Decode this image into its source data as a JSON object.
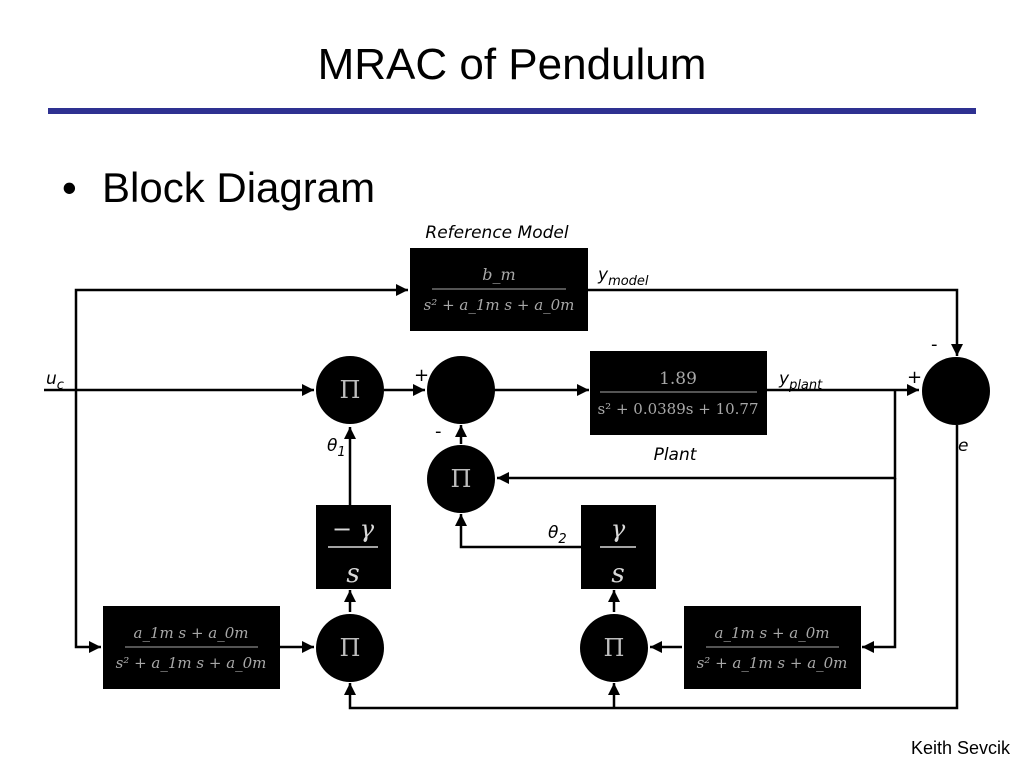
{
  "slide": {
    "title": "MRAC of Pendulum",
    "bullet": "Block Diagram",
    "author": "Keith Sevcik",
    "accent_color": "#2e3191"
  },
  "diagram": {
    "reference_model_caption": "Reference Model",
    "plant_caption": "Plant",
    "signals": {
      "uc": "u",
      "uc_sub": "c",
      "y": "y",
      "ymodel_sub": "model",
      "yplant_sub": "plant",
      "e": "e",
      "theta": "θ",
      "theta1_sub": "1",
      "theta2_sub": "2"
    },
    "signs": {
      "sum1_plus": "+",
      "sum1_minus": "-",
      "sum2_plus": "+",
      "sum2_minus": "-"
    },
    "multiplier_symbol": "Π",
    "blocks": {
      "reference_model": {
        "numerator": "b_m",
        "denominator": "s² + a_1m s + a_0m"
      },
      "plant": {
        "numerator": "1.89",
        "denominator": "s² + 0.0389s + 10.77"
      },
      "gain_neg": {
        "numerator": "− γ",
        "denominator": "s"
      },
      "gain_pos": {
        "numerator": "γ",
        "denominator": "s"
      },
      "filter_left": {
        "numerator": "a_1m s + a_0m",
        "denominator": "s² + a_1m s + a_0m"
      },
      "filter_right": {
        "numerator": "a_1m s + a_0m",
        "denominator": "s² + a_1m s + a_0m"
      }
    }
  }
}
